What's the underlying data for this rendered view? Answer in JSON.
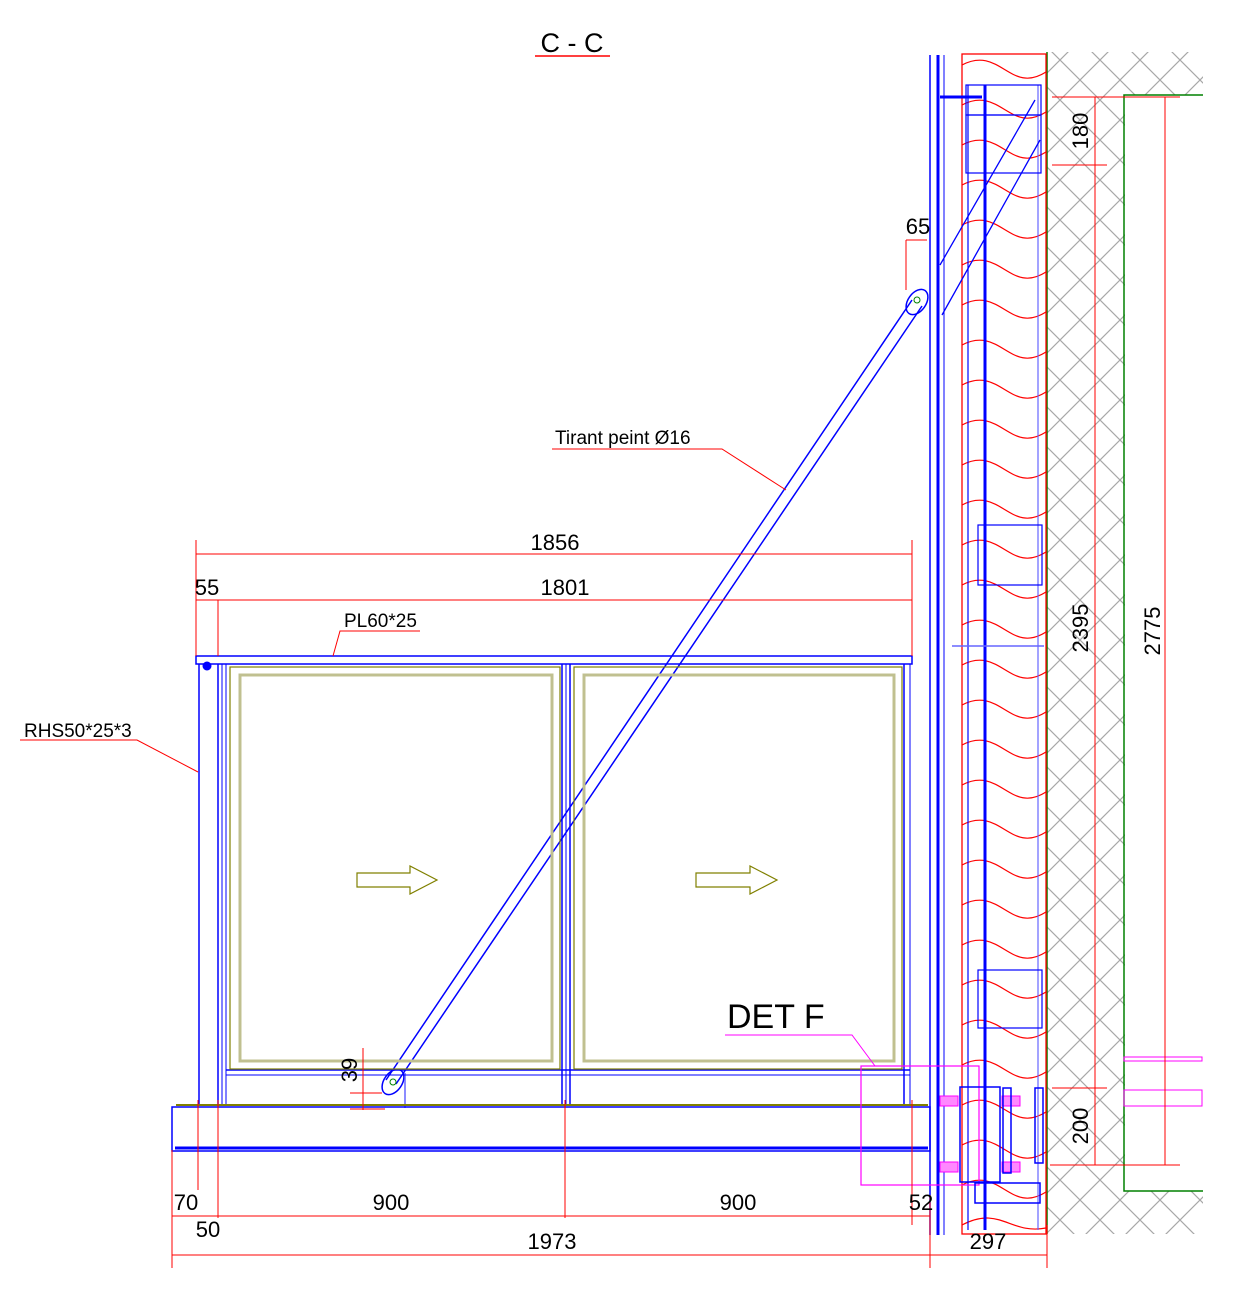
{
  "drawing": {
    "section_title": "C - C",
    "colors": {
      "structure": "#0000ff",
      "dimension": "#ff0000",
      "glass": "#808000",
      "detail_callout": "#ff00ff",
      "wall_edge": "#008000",
      "hatch": "#a0a0a0",
      "insulation": "#ff0000"
    },
    "labels": {
      "tie_rod": "Tirant peint Ø16",
      "top_plate": "PL60*25",
      "post": "RHS50*25*3",
      "detail": "DET F"
    },
    "dimensions": {
      "overall_frame_width": "1856",
      "top_plate_width": "1801",
      "top_left_offset": "55",
      "rod_anchor_offset": "65",
      "top_anchor_height": "180",
      "inner_wall_height": "2395",
      "total_height": "2775",
      "bottom_anchor_height": "200",
      "rod_base_height": "39",
      "left_edge_70": "70",
      "left_edge_50": "50",
      "bay_left": "900",
      "bay_right": "900",
      "right_gap": "52",
      "overall_width": "1973",
      "wall_thickness": "297"
    }
  }
}
